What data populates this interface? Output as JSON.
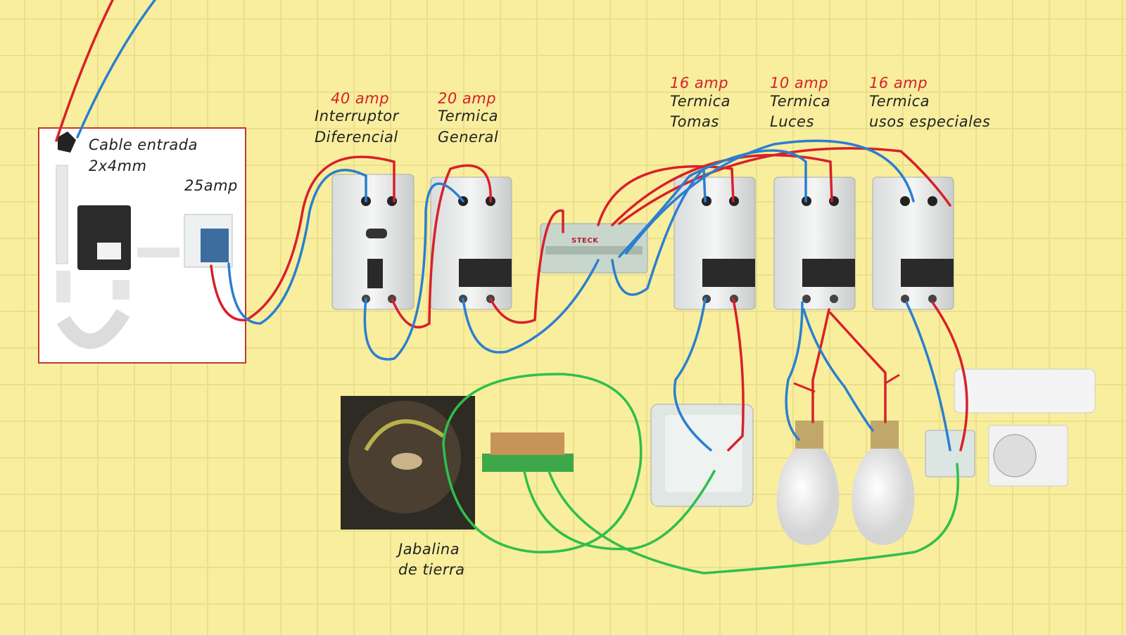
{
  "entry_box": {
    "cable_label": "Cable entrada",
    "cable_size": "2x4mm",
    "breaker_rating": "25amp"
  },
  "breakers": [
    {
      "rating": "40 amp",
      "line1": "Interruptor",
      "line2": "Diferencial"
    },
    {
      "rating": "20 amp",
      "line1": "Termica",
      "line2": "General"
    },
    {
      "rating": "16 amp",
      "line1": "Termica",
      "line2": "Tomas"
    },
    {
      "rating": "10 amp",
      "line1": "Termica",
      "line2": "Luces"
    },
    {
      "rating": "16 amp",
      "line1": "Termica",
      "line2": "usos especiales"
    }
  ],
  "ground": {
    "line1": "Jabalina",
    "line2": "de tierra"
  },
  "busbar_brand": "STECK",
  "colors": {
    "background": "#f8ee9e",
    "phase": "#d8202a",
    "neutral": "#2a7fd0",
    "ground": "#2fbf4a",
    "rating_text": "#d8202a"
  }
}
